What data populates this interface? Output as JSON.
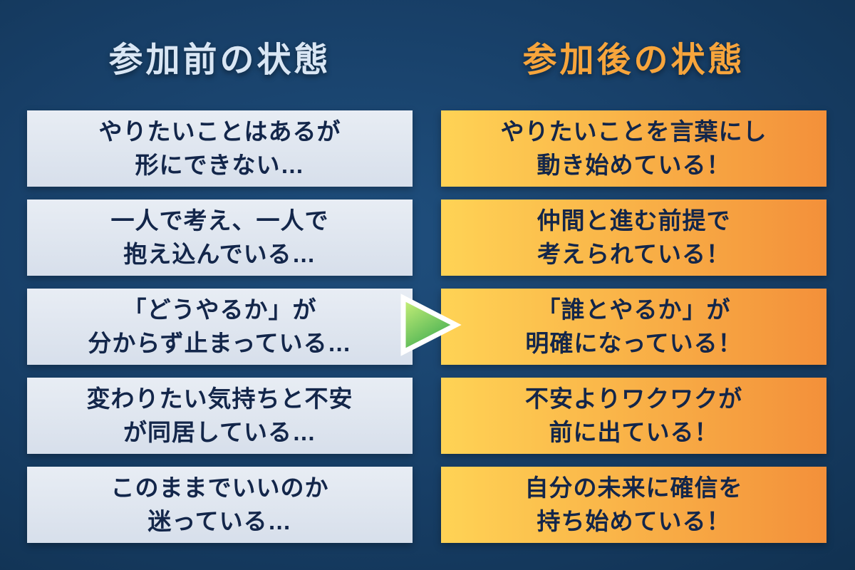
{
  "headers": {
    "before": "参加前の状態",
    "after": "参加後の状態"
  },
  "rows": [
    {
      "before": [
        "やりたいことはあるが",
        "形にできない…"
      ],
      "after": [
        "やりたいことを言葉にし",
        "動き始めている！"
      ]
    },
    {
      "before": [
        "一人で考え、一人で",
        "抱え込んでいる…"
      ],
      "after": [
        "仲間と進む前提で",
        "考えられている！"
      ]
    },
    {
      "before": [
        "「どうやるか」が",
        "分からず止まっている…"
      ],
      "after": [
        "「誰とやるか」が",
        "明確になっている！"
      ]
    },
    {
      "before": [
        "変わりたい気持ちと不安",
        "が同居している…"
      ],
      "after": [
        "不安よりワクワクが",
        "前に出ている！"
      ]
    },
    {
      "before": [
        "このままでいいのか",
        "迷っている…"
      ],
      "after": [
        "自分の未来に確信を",
        "持ち始めている！"
      ]
    }
  ],
  "arrow": {
    "icon": "right-triangle-arrow",
    "fill_top": "#cdf27a",
    "fill_bottom": "#3cab4f",
    "outline": "#ffffff"
  },
  "colors": {
    "background_center": "#1f4f7e",
    "background_edge": "#0a2038",
    "before_header_text": "#d9e6f4",
    "after_header_text": "#f7a53c",
    "before_box_bg": "#dde4ee",
    "after_box_gradient_start": "#ffd355",
    "after_box_gradient_end": "#f3903a",
    "box_text": "#13264a"
  }
}
